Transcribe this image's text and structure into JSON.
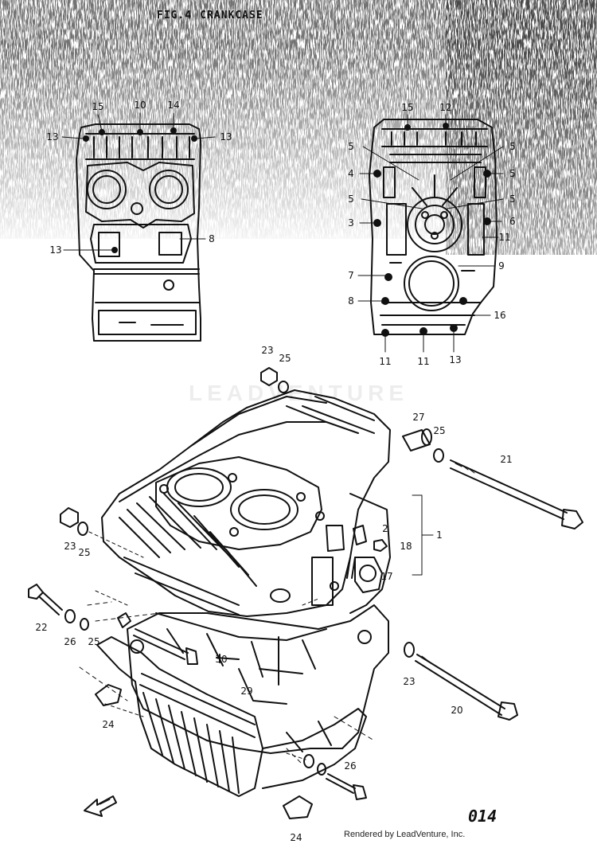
{
  "header": {
    "fig": "FIG.4",
    "name": "CRANKCASE"
  },
  "page_number": "014",
  "credit": "Rendered by LeadVenture, Inc.",
  "watermark": {
    "text": "LEADVENTURE"
  },
  "callouts": {
    "top_left": [
      "15",
      "10",
      "14",
      "13",
      "13",
      "13",
      "8"
    ],
    "top_right": [
      "15",
      "12",
      "5",
      "5",
      "4",
      "5",
      "5",
      "5",
      "3",
      "6",
      "11",
      "9",
      "7",
      "8",
      "16",
      "11",
      "11",
      "13"
    ],
    "main": [
      "23",
      "25",
      "27",
      "25",
      "21",
      "23",
      "25",
      "2",
      "1",
      "18",
      "17",
      "22",
      "26",
      "25",
      "30",
      "29",
      "23",
      "20",
      "24",
      "26",
      "24"
    ]
  },
  "icons": [
    "front-arrow-icon"
  ],
  "colors": {
    "ink": "#111111",
    "paper": "#ffffff"
  }
}
